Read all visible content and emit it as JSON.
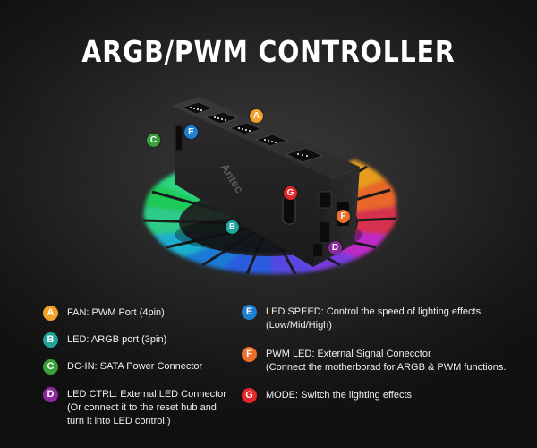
{
  "title": "ARGB/PWM CONTROLLER",
  "device": {
    "logo": "Antec"
  },
  "legend": [
    {
      "key": "A",
      "color": "#f2a12a",
      "lines": [
        "FAN: PWM Port (4pin)"
      ]
    },
    {
      "key": "B",
      "color": "#1fa39a",
      "lines": [
        "LED: ARGB port (3pin)"
      ]
    },
    {
      "key": "C",
      "color": "#3aa13a",
      "lines": [
        "DC-IN: SATA Power Connector"
      ]
    },
    {
      "key": "D",
      "color": "#8c2a9c",
      "lines": [
        "LED CTRL: External LED Connector",
        "(Or connect it to the reset hub and",
        "turn it into LED control.)"
      ]
    },
    {
      "key": "E",
      "color": "#1f7fd1",
      "lines": [
        "LED SPEED: Control the speed of lighting effects.",
        "(Low/Mid/High)"
      ]
    },
    {
      "key": "F",
      "color": "#ee6f2a",
      "lines": [
        "PWM LED: External Signal Conecctor",
        "(Connect the motherborad for ARGB & PWM functions."
      ]
    },
    {
      "key": "G",
      "color": "#e5262a",
      "lines": [
        "MODE: Switch the lighting effects"
      ]
    }
  ]
}
